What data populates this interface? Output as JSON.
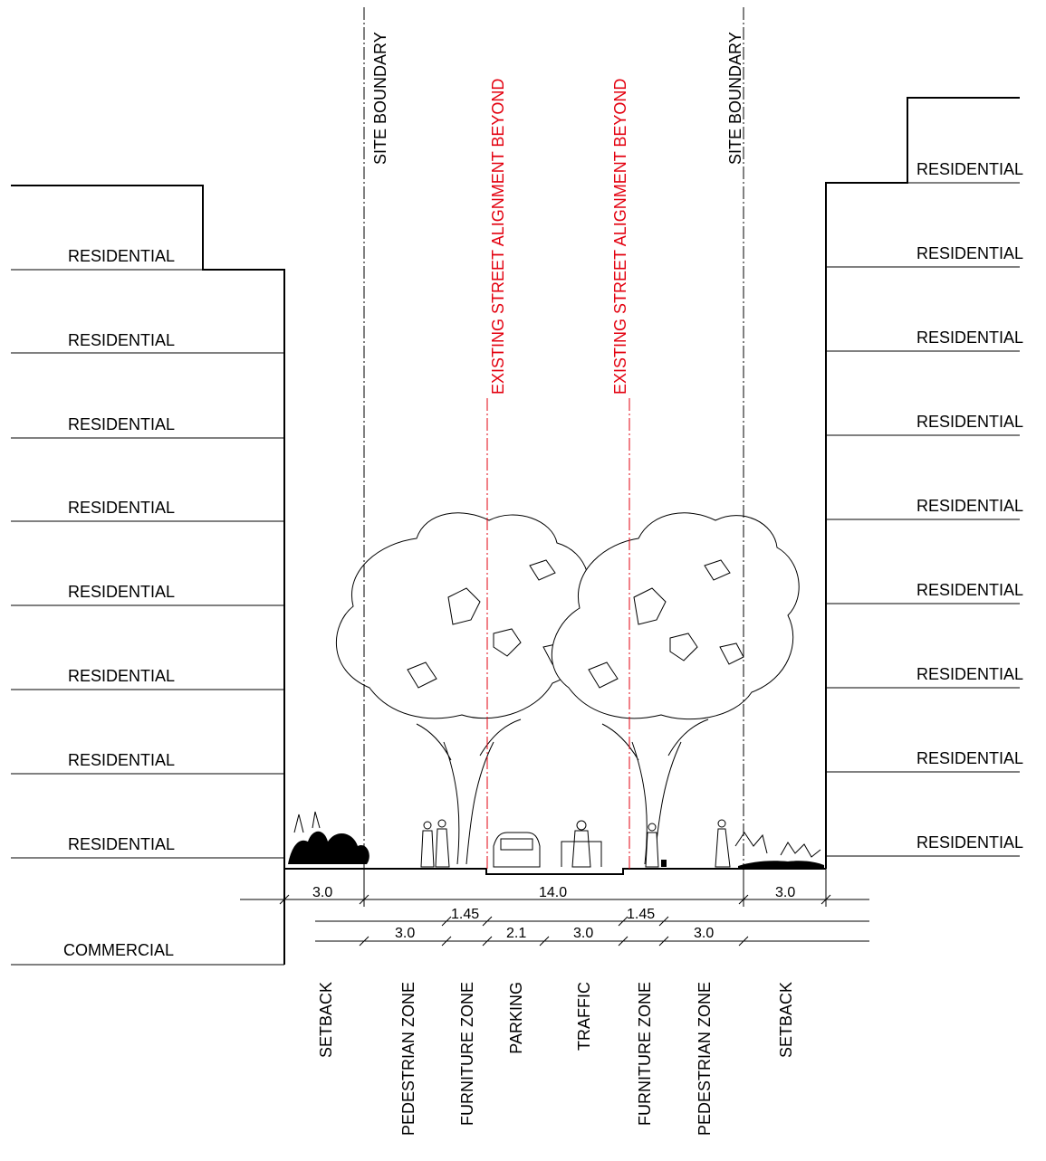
{
  "boundaries": {
    "site_boundary_left": "SITE BOUNDARY",
    "site_boundary_right": "SITE BOUNDARY",
    "street_alignment_left": "EXISTING STREET ALIGNMENT BEYOND",
    "street_alignment_right": "EXISTING STREET ALIGNMENT BEYOND"
  },
  "left_building": {
    "floors": [
      "RESIDENTIAL",
      "RESIDENTIAL",
      "RESIDENTIAL",
      "RESIDENTIAL",
      "RESIDENTIAL",
      "RESIDENTIAL",
      "RESIDENTIAL",
      "RESIDENTIAL"
    ],
    "basement": "COMMERCIAL"
  },
  "right_building": {
    "floors": [
      "RESIDENTIAL",
      "RESIDENTIAL",
      "RESIDENTIAL",
      "RESIDENTIAL",
      "RESIDENTIAL",
      "RESIDENTIAL",
      "RESIDENTIAL",
      "RESIDENTIAL",
      "RESIDENTIAL"
    ]
  },
  "dimensions": {
    "row1": [
      "3.0",
      "14.0",
      "3.0"
    ],
    "row2": [
      "1.45",
      "1.45"
    ],
    "row3": [
      "3.0",
      "2.1",
      "3.0",
      "3.0"
    ]
  },
  "zones": [
    "SETBACK",
    "PEDESTRIAN ZONE",
    "FURNITURE ZONE",
    "PARKING",
    "TRAFFIC",
    "FURNITURE ZONE",
    "PEDESTRIAN ZONE",
    "SETBACK"
  ],
  "colors": {
    "linework": "#000000",
    "street_alignment": "#e3000f"
  }
}
